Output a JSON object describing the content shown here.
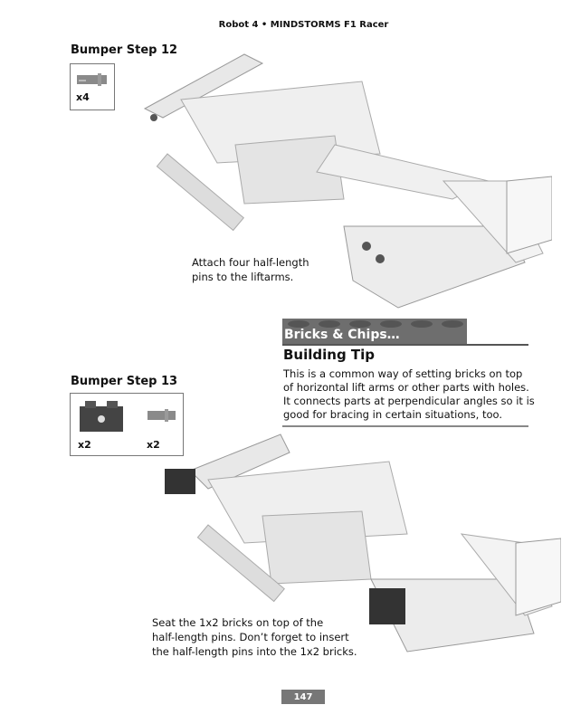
{
  "header": {
    "running_title": "Robot 4 • MINDSTORMS F1 Racer"
  },
  "step12": {
    "title": "Bumper Step 12",
    "parts": [
      {
        "icon": "half-pin-icon",
        "qty": "x4"
      }
    ],
    "caption_lines": [
      "Attach four half-length",
      "pins to the liftarms."
    ]
  },
  "tip": {
    "banner": "Bricks & Chips…",
    "heading": "Building Tip",
    "body_lines": [
      "This is a common way of setting bricks on top",
      "of horizontal lift arms or other parts with holes.",
      "It connects parts at perpendicular angles so it is",
      "good for bracing in certain situations, too."
    ]
  },
  "step13": {
    "title": "Bumper Step 13",
    "parts": [
      {
        "icon": "brick-1x2-icon",
        "qty": "x2"
      },
      {
        "icon": "half-pin-icon",
        "qty": "x2"
      }
    ],
    "caption_lines": [
      "Seat the 1x2 bricks on top of the",
      "half-length pins. Don’t forget to insert",
      "the half-length pins into the 1x2 bricks."
    ]
  },
  "footer": {
    "page_number": "147"
  }
}
